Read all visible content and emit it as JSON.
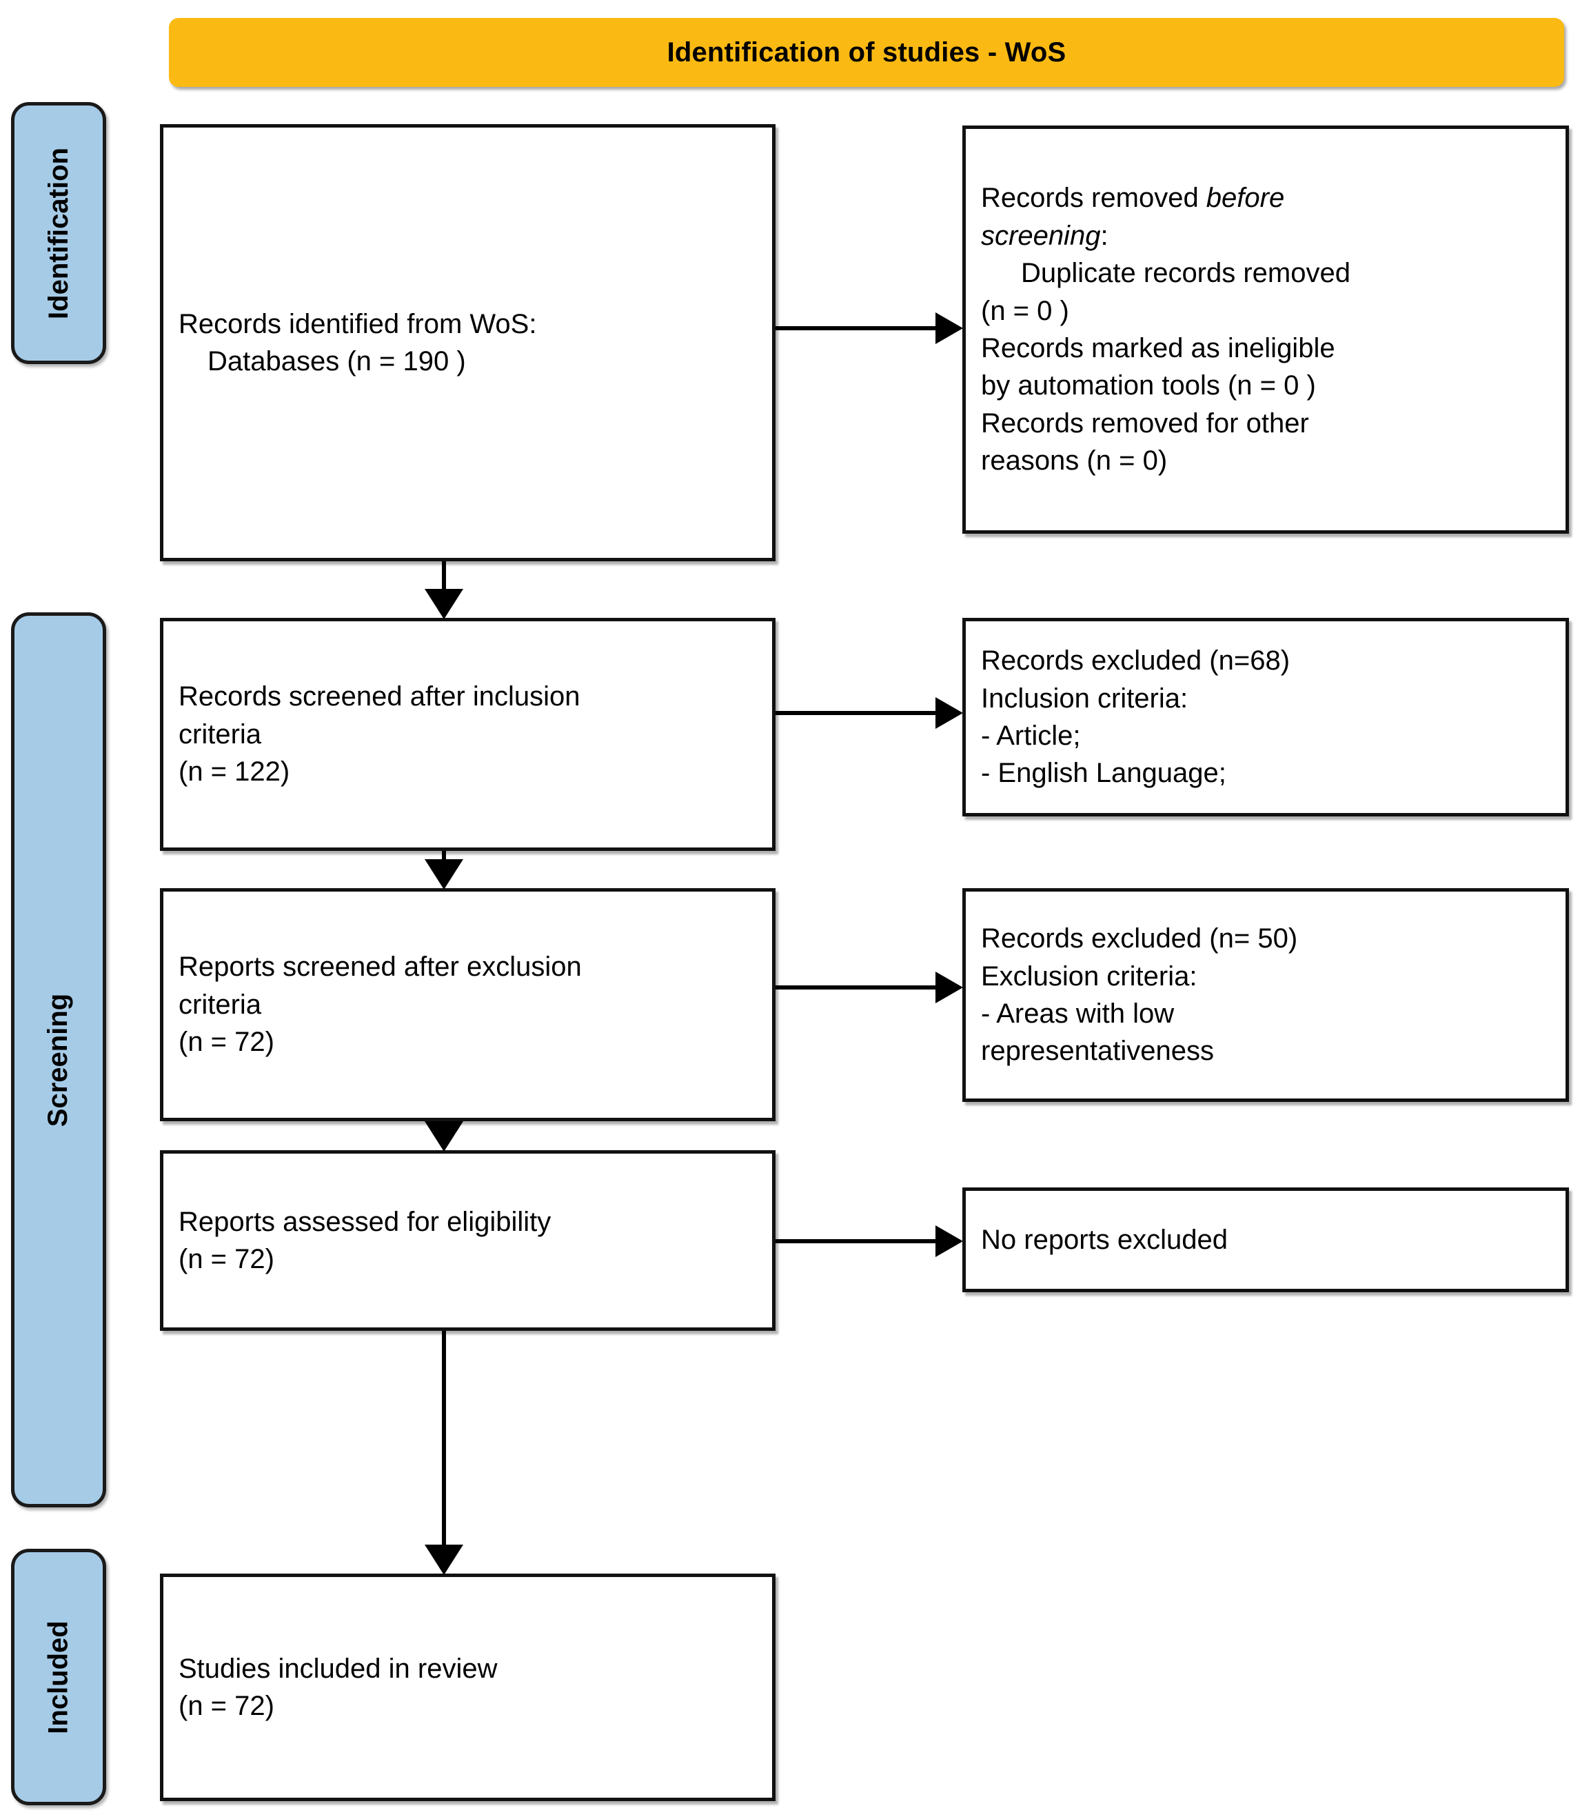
{
  "header": {
    "title": "Identification of studies - WoS",
    "background_color": "#FBBA13"
  },
  "stages": {
    "identification": "Identification",
    "screening": "Screening",
    "included": "Included",
    "background_color": "#A6CBE7"
  },
  "boxes": {
    "identified": {
      "line1": "Records identified from WoS:",
      "line2": "Databases (n = 190 )"
    },
    "removed_before": {
      "lead_plain": "Records removed ",
      "lead_italic_a": "before",
      "lead_italic_b": "screening",
      "lead_colon": ":",
      "item1_a": "Duplicate records removed",
      "item1_b": "(n = 0 )",
      "item2_a": "Records marked as ineligible",
      "item2_b": "by automation tools (n = 0 )",
      "item3_a": "Records removed for other",
      "item3_b": "reasons (n = 0)"
    },
    "screened_inclusion": {
      "line1": "Records screened after inclusion",
      "line2": "criteria",
      "line3": "(n = 122)"
    },
    "excluded_inclusion": {
      "line1": "Records excluded (n=68)",
      "line2": "Inclusion criteria:",
      "line3": "- Article;",
      "line4": "- English Language;"
    },
    "screened_exclusion": {
      "line1": "Reports screened after exclusion",
      "line2": "criteria",
      "line3": "(n = 72)"
    },
    "excluded_exclusion": {
      "line1": "Records excluded (n= 50)",
      "line2": "Exclusion criteria:",
      "line3": "- Areas with low",
      "line4": "representativeness"
    },
    "eligibility": {
      "line1": "Reports assessed for eligibility",
      "line2": "(n = 72)"
    },
    "no_reports": {
      "line1": "No reports excluded"
    },
    "included": {
      "line1": "Studies included in review",
      "line2": "(n = 72)"
    }
  },
  "flow_counts": {
    "identified_n": 190,
    "duplicates_removed_n": 0,
    "ineligible_automation_n": 0,
    "removed_other_n": 0,
    "screened_inclusion_n": 122,
    "excluded_inclusion_n": 68,
    "screened_exclusion_n": 72,
    "excluded_exclusion_n": 50,
    "assessed_eligibility_n": 72,
    "reports_excluded_n": 0,
    "included_n": 72
  }
}
